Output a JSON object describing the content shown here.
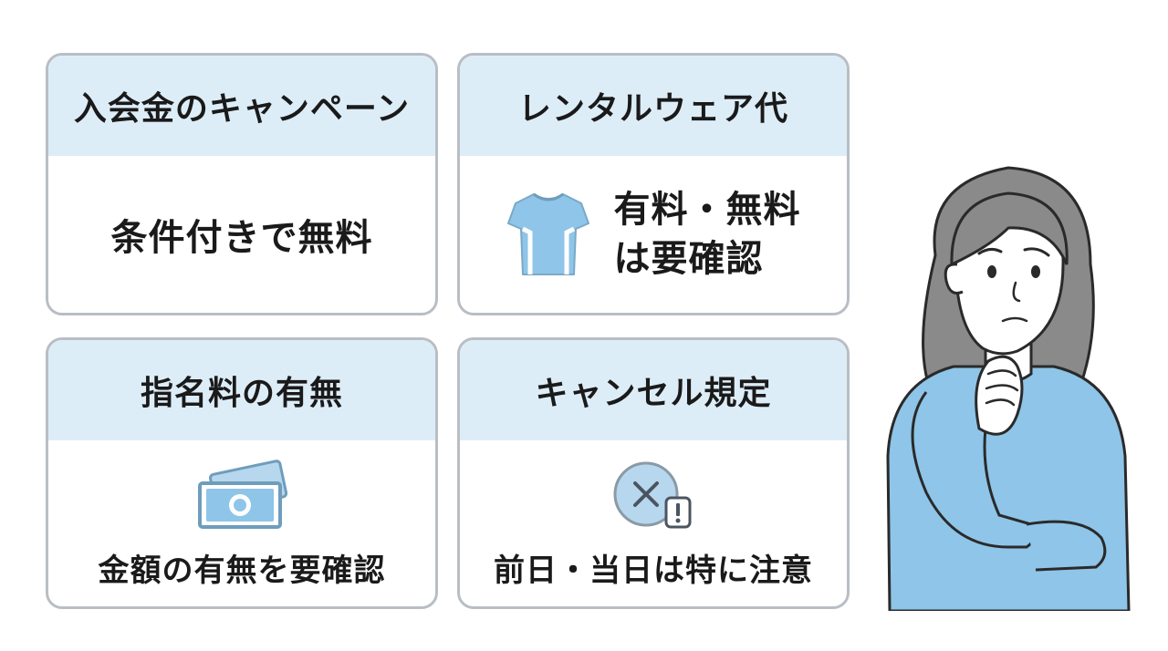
{
  "cards": [
    {
      "title": "入会金のキャンペーン",
      "body": "条件付きで無料"
    },
    {
      "title": "レンタルウェア代",
      "body_line1": "有料・無料",
      "body_line2": "は要確認",
      "icon": "tshirt-icon"
    },
    {
      "title": "指名料の有無",
      "body": "金額の有無を要確認",
      "icon": "money-icon"
    },
    {
      "title": "キャンセル規定",
      "body": "前日・当日は特に注意",
      "icon": "cancel-warning-icon"
    }
  ],
  "colors": {
    "header_bg": "#ddedf8",
    "card_border": "#b9bec4",
    "accent_blue": "#8ec5e8",
    "hair_gray": "#8a8a8a",
    "outline": "#2a2a2a"
  },
  "illustration": "thinking-woman"
}
